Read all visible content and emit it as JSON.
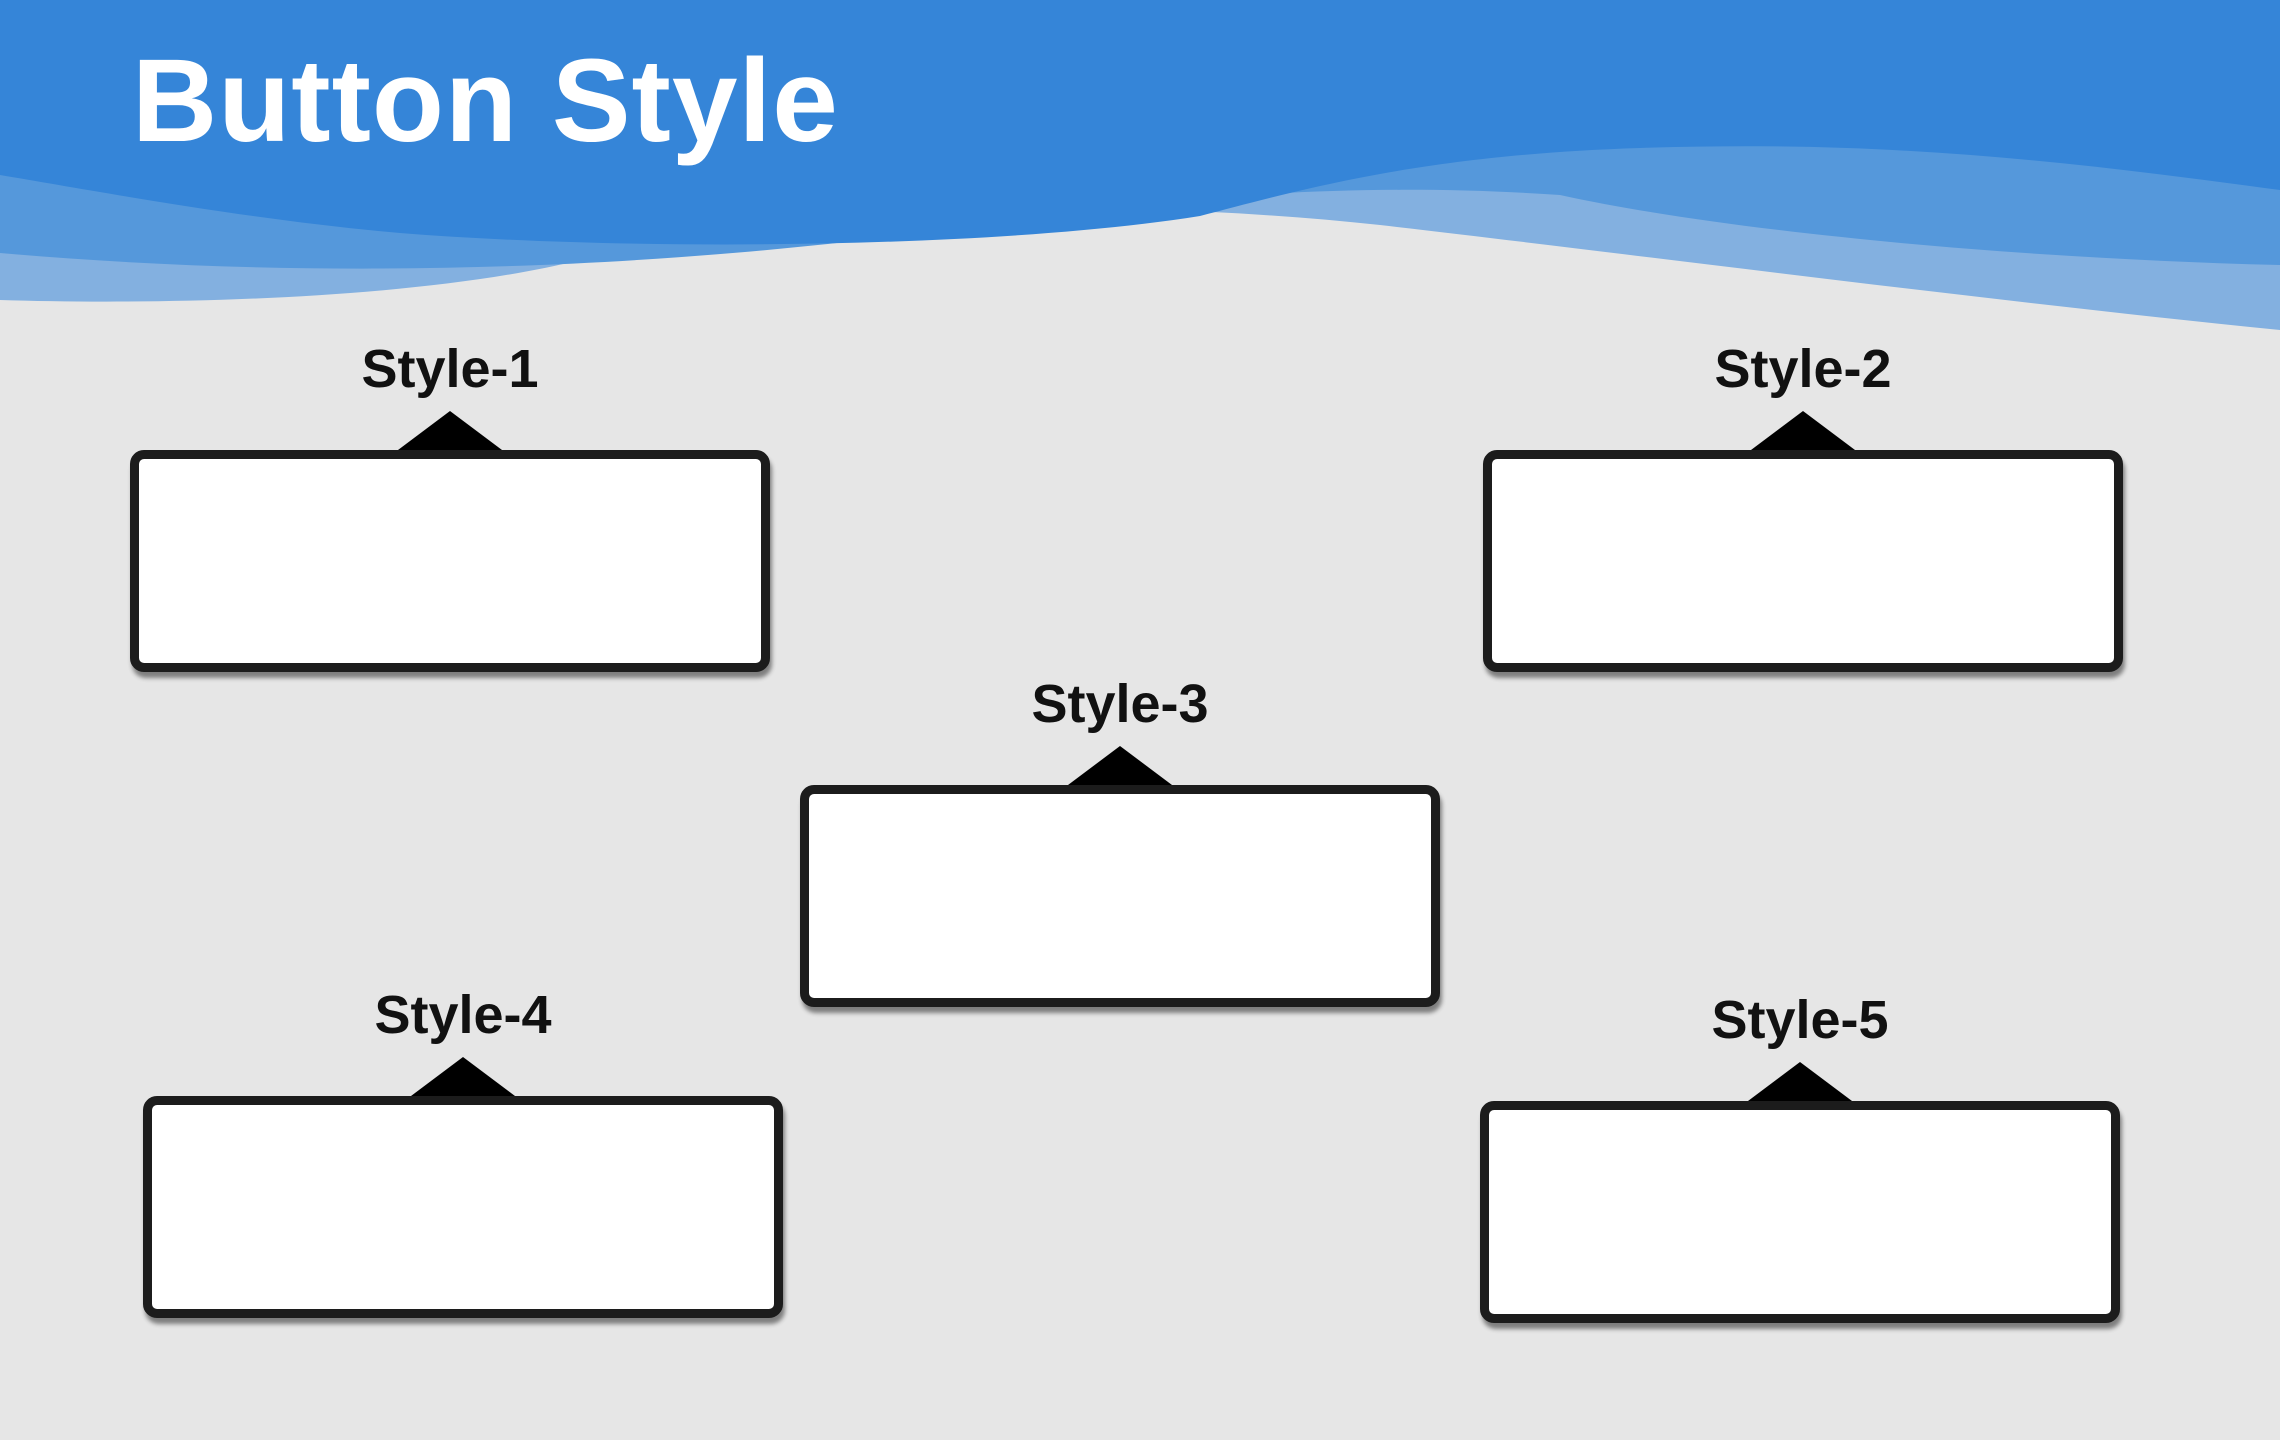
{
  "header": {
    "title": "Button Style",
    "colors": {
      "band": "#3585d8",
      "wave_mid": "#5598db",
      "wave_light": "#83b0e0",
      "background": "#e6e6e6"
    }
  },
  "styles": [
    {
      "label": "Style-1",
      "caption": ""
    },
    {
      "label": "Style-2",
      "caption": ""
    },
    {
      "label": "Style-3",
      "caption": ""
    },
    {
      "label": "Style-4",
      "caption": ""
    },
    {
      "label": "Style-5",
      "caption": ""
    }
  ]
}
